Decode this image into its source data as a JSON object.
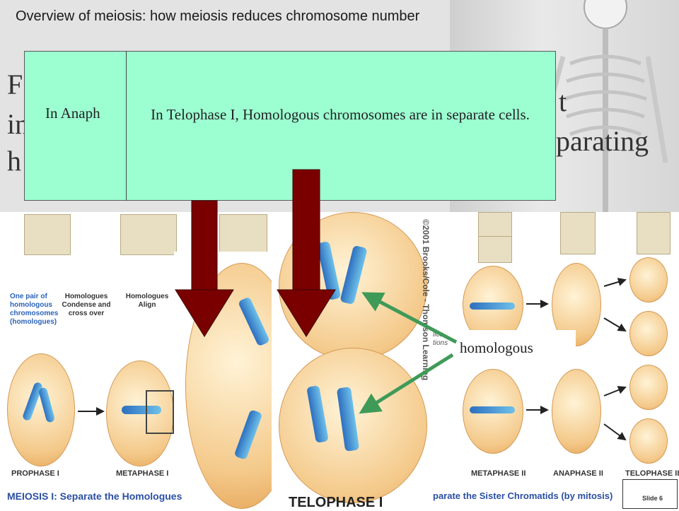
{
  "slide": {
    "title": "Overview of meiosis: how meiosis reduces chromosome number",
    "partial_text": {
      "line1_start": "F",
      "line1_end": "t",
      "line2_start": "in",
      "line2_end": "parating",
      "line3_start": "h"
    }
  },
  "callout": {
    "left_text": "In Anaph",
    "main_text": "In Telophase I, Homologous chromosomes are in separate cells.",
    "fill_color": "#9cffd2"
  },
  "annotation": {
    "label": "homologous",
    "arrow_color": "#3f9a58",
    "down_arrow_color": "#7a0000"
  },
  "diagram": {
    "notes": {
      "pair": "One pair of homologous chromosomes (homologues)",
      "condense": "Homologues Condense and cross over",
      "align": "Homologues Align"
    },
    "stages": {
      "prophase_i": "PROPHASE I",
      "metaphase_i": "METAPHASE I",
      "telophase_i": "TELOPHASE I",
      "metaphase_ii": "METAPHASE II",
      "anaphase_ii": "ANAPHASE II",
      "telophase_ii": "TELOPHASE II"
    },
    "footer_left": "MEIOSIS I: Separate the Homologues",
    "footer_right": "parate the Sister Chromatids (by mitosis)",
    "copyright_vertical": "©2001 Brooks/Cole - Thomson Learning",
    "slide_number": "Slide 6",
    "partial_text": "lica tions"
  }
}
